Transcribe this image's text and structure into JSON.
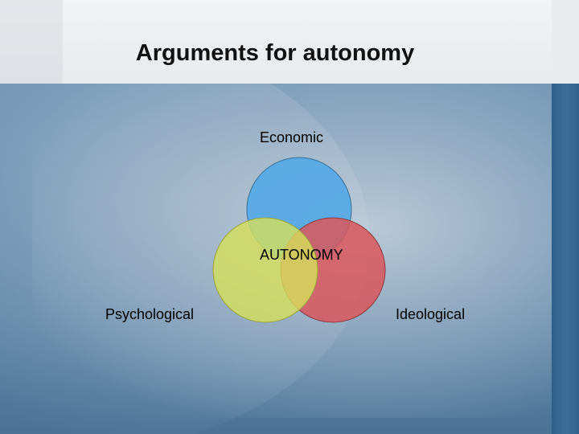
{
  "slide": {
    "title": "Arguments for autonomy"
  },
  "venn": {
    "center_label": "AUTONOMY",
    "circles": [
      {
        "label": "Economic",
        "color": "#54a8e6"
      },
      {
        "label": "Psychological",
        "color": "#d4de5c"
      },
      {
        "label": "Ideological",
        "color": "#d9575c"
      }
    ]
  },
  "colors": {
    "header_band": "#eeeff1",
    "background": "#5f86a6",
    "accent_strip": "#2f628d"
  }
}
